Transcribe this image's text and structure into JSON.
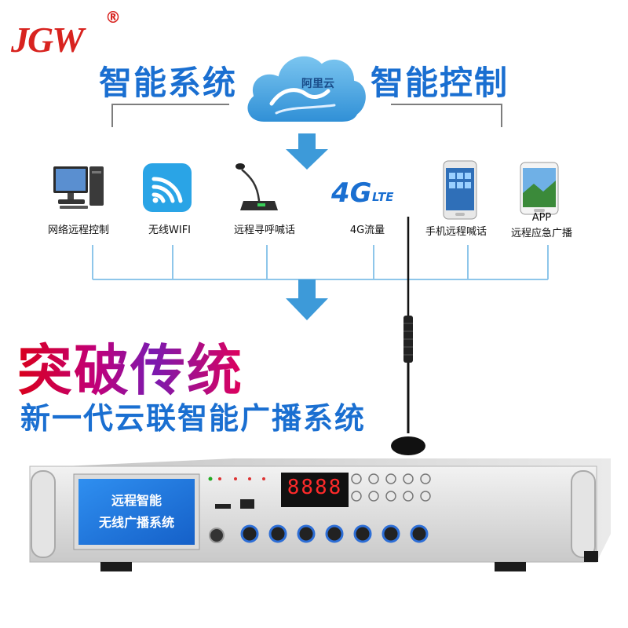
{
  "brand": {
    "logo": "JGW",
    "registered": "®"
  },
  "headline": {
    "left": "智能系统",
    "right": "智能控制"
  },
  "cloud": {
    "label": "阿里云"
  },
  "features": [
    {
      "icon": "desktop-computer-icon",
      "label": "网络远程控制"
    },
    {
      "icon": "wifi-icon",
      "label": "无线WIFI"
    },
    {
      "icon": "microphone-icon",
      "label": "远程寻呼喊话"
    },
    {
      "icon": "4g-lte-icon",
      "label": "4G流量",
      "badge_main": "4G",
      "badge_sub": "LTE"
    },
    {
      "icon": "smartphone-icon",
      "label": "手机远程喊话"
    },
    {
      "icon": "app-phone-icon",
      "label": "APP",
      "label2": "远程应急广播"
    }
  ],
  "slogan": {
    "title": "突破传统",
    "subtitle": "新一代云联智能广播系统"
  },
  "device": {
    "screen_line1": "远程智能",
    "screen_line2": "无线广播系统",
    "display_digits": "8888"
  },
  "colors": {
    "brand_red": "#d8231f",
    "accent_blue": "#1a6fd1",
    "arrow_blue": "#3d9ad9"
  }
}
